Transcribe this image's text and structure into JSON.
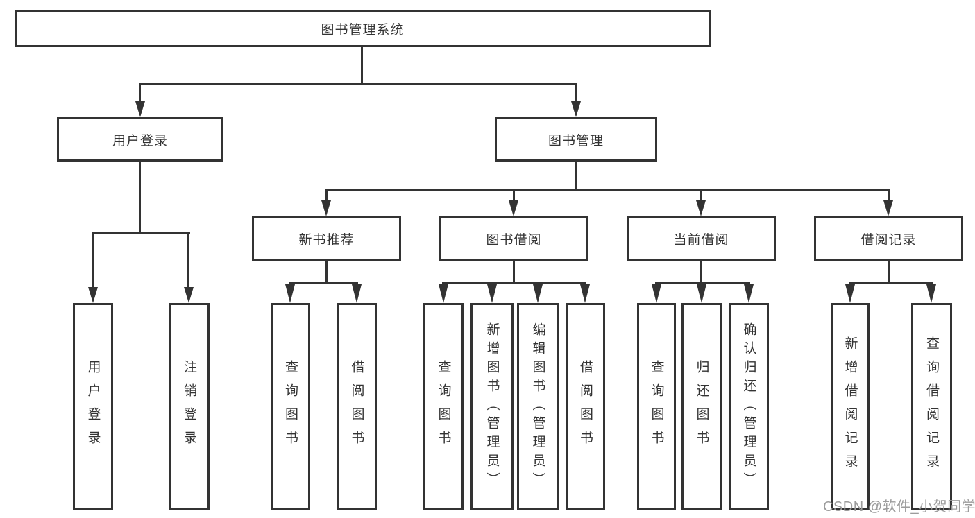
{
  "tree": {
    "root": {
      "label": "图书管理系统"
    },
    "children": [
      {
        "label": "用户登录",
        "children": [
          {
            "label": "用户登录"
          },
          {
            "label": "注销登录"
          }
        ]
      },
      {
        "label": "图书管理",
        "children": [
          {
            "label": "新书推荐",
            "children": [
              {
                "label": "查询图书"
              },
              {
                "label": "借阅图书"
              }
            ]
          },
          {
            "label": "图书借阅",
            "children": [
              {
                "label": "查询图书"
              },
              {
                "label": "新增图书（管理员）"
              },
              {
                "label": "编辑图书（管理员）"
              },
              {
                "label": "借阅图书"
              }
            ]
          },
          {
            "label": "当前借阅",
            "children": [
              {
                "label": "查询图书"
              },
              {
                "label": "归还图书"
              },
              {
                "label": "确认归还（管理员）"
              }
            ]
          },
          {
            "label": "借阅记录",
            "children": [
              {
                "label": "新增借阅记录"
              },
              {
                "label": "查询借阅记录"
              }
            ]
          }
        ]
      }
    ]
  },
  "watermark": {
    "text": "CSDN @软件_小贺同学"
  },
  "colors": {
    "line": "#333333",
    "text": "#333333",
    "watermark": "#9c9c9c",
    "background": "#ffffff"
  }
}
